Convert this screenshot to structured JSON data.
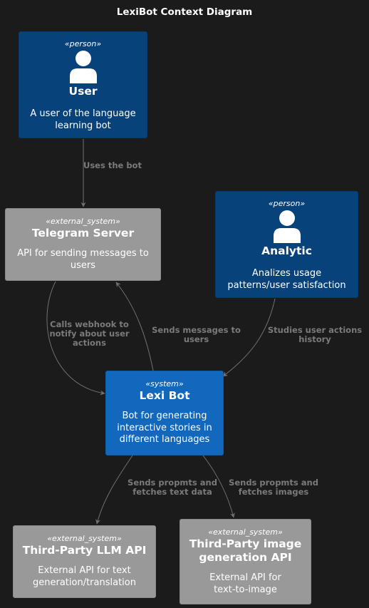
{
  "title": "LexiBot Context Diagram",
  "colors": {
    "background": "#1b1b1b",
    "person": "#08427b",
    "system": "#1168bd",
    "external_system": "#999999",
    "edge": "#707070",
    "edge_label": "#7a7a7a"
  },
  "nodes": {
    "user": {
      "stereotype": "«person»",
      "name": "User",
      "desc1": "A user of the language",
      "desc2": "learning bot",
      "icon": "person-icon"
    },
    "telegram": {
      "stereotype": "«external_system»",
      "name": "Telegram Server",
      "desc1": "API for sending messages to",
      "desc2": "users"
    },
    "analytic": {
      "stereotype": "«person»",
      "name": "Analytic",
      "desc1": "Analizes usage",
      "desc2": "patterns/user satisfaction",
      "icon": "person-icon"
    },
    "lexibot": {
      "stereotype": "«system»",
      "name": "Lexi Bot",
      "desc1": "Bot for generating",
      "desc2": "interactive stories in",
      "desc3": "different languages"
    },
    "llm": {
      "stereotype": "«external_system»",
      "name": "Third-Party LLM API",
      "desc1": "External API for text",
      "desc2": "generation/translation"
    },
    "image": {
      "stereotype": "«external_system»",
      "name1": "Third-Party image",
      "name2": "generation API",
      "desc1": "External API for",
      "desc2": "text-to-image"
    }
  },
  "edges": {
    "uses": {
      "l1": "Uses the bot"
    },
    "webhook": {
      "l1": "Calls webhook to",
      "l2": "notify about user",
      "l3": "actions"
    },
    "sends": {
      "l1": "Sends messages to",
      "l2": "users"
    },
    "studies": {
      "l1": "Studies user actions",
      "l2": "history"
    },
    "text": {
      "l1": "Sends propmts and",
      "l2": "fetches text data"
    },
    "images": {
      "l1": "Sends propmts and",
      "l2": "fetches images"
    }
  }
}
